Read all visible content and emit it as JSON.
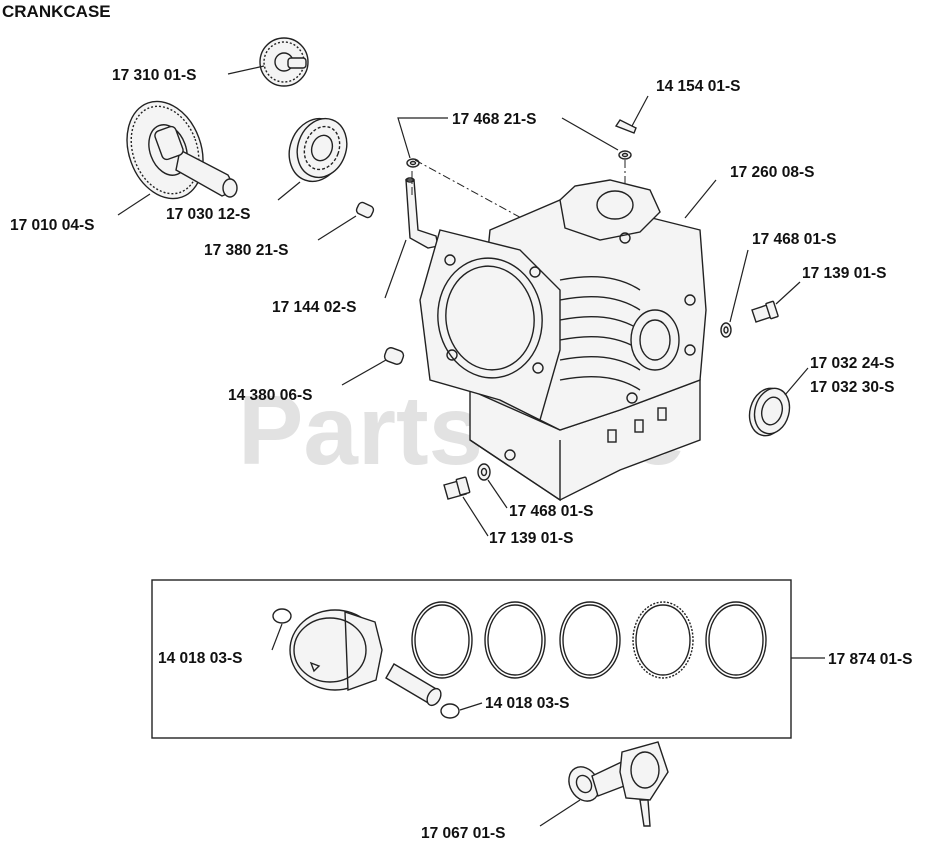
{
  "title": "CRANKCASE",
  "watermark": "PartsTree",
  "labels": {
    "l_17310": "17 310 01-S",
    "l_17010": "17 010 04-S",
    "l_17030": "17 030 12-S",
    "l_17380": "17 380 21-S",
    "l_17144": "17 144 02-S",
    "l_14380": "14 380 06-S",
    "l_17468_21": "17 468 21-S",
    "l_14154": "14 154 01-S",
    "l_17260": "17 260 08-S",
    "l_17468_a": "17 468 01-S",
    "l_17139_a": "17 139 01-S",
    "l_17032_24": "17 032 24-S",
    "l_17032_30": "17 032 30-S",
    "l_17468_b": "17 468 01-S",
    "l_17139_b": "17 139 01-S",
    "l_14018_a": "14 018 03-S",
    "l_14018_b": "14 018 03-S",
    "l_17874": "17 874 01-S",
    "l_17067": "17 067 01-S"
  }
}
